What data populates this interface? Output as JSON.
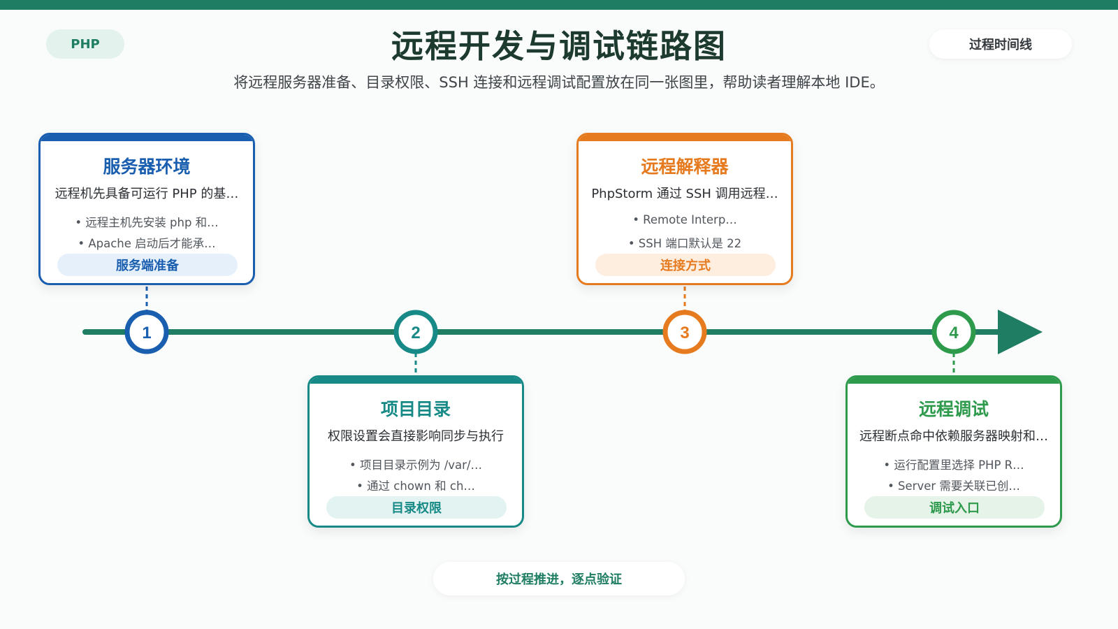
{
  "header": {
    "tag": "PHP",
    "title": "远程开发与调试链路图",
    "subtitle": "将远程服务器准备、目录权限、SSH 连接和远程调试配置放在同一张图里，帮助读者理解本地 IDE。",
    "right_pill": "过程时间线"
  },
  "steps": [
    {
      "number": "1",
      "title": "服务器环境",
      "desc": "远程机先具备可运行 PHP 的基…",
      "bullets": [
        "• 远程主机先安装 php 和…",
        "• Apache 启动后才能承…"
      ],
      "tag": "服务端准备",
      "color": "#1a5eb0",
      "tag_bg": "#e6f0fb"
    },
    {
      "number": "2",
      "title": "项目目录",
      "desc": "权限设置会直接影响同步与执行",
      "bullets": [
        "• 项目目录示例为 /var/…",
        "• 通过 chown 和 ch…"
      ],
      "tag": "目录权限",
      "color": "#178a87",
      "tag_bg": "#e2f3f1"
    },
    {
      "number": "3",
      "title": "远程解释器",
      "desc": "PhpStorm 通过 SSH 调用远程…",
      "bullets": [
        "• Remote Interp…",
        "• SSH 端口默认是 22"
      ],
      "tag": "连接方式",
      "color": "#e67a1e",
      "tag_bg": "#fdeee0"
    },
    {
      "number": "4",
      "title": "远程调试",
      "desc": "远程断点命中依赖服务器映射和…",
      "bullets": [
        "• 运行配置里选择 PHP R…",
        "• Server 需要关联已创…"
      ],
      "tag": "调试入口",
      "color": "#2e9a4c",
      "tag_bg": "#e5f3e8"
    }
  ],
  "footer": {
    "label": "按过程推进，逐点验证"
  },
  "colors": {
    "timeline": "#1e7d62"
  }
}
